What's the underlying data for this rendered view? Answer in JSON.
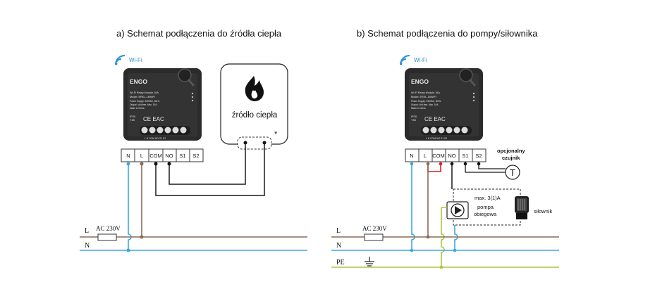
{
  "diagram_a": {
    "title": "a) Schemat podłączenia do źródła ciepła",
    "wifi_label": "Wi-Fi",
    "module": {
      "brand": "ENGO",
      "name_line": "Wi-Fi Relay Module 16A",
      "model_line": "Model: EREL-16WIFI",
      "power_line": "Power Supply: 230VAC, 50Hz",
      "output_line": "Output: Volt-free, Max. 16A",
      "made_line": "Made in China",
      "ip_line": "IP20",
      "temp_line": "T45",
      "cert_marks": "CE EAC",
      "pin_labels": "L   N  COM  NO   S1   S2"
    },
    "terminals": [
      "N",
      "L",
      "COM",
      "NO",
      "S1",
      "S2"
    ],
    "heat_source_label": "źródło ciepła",
    "asterisk": "*",
    "supply": {
      "l": "L",
      "n": "N",
      "voltage": "AC 230V"
    }
  },
  "diagram_b": {
    "title": "b) Schemat podłączenia do pompy/siłownika",
    "wifi_label": "Wi-Fi",
    "module": {
      "brand": "ENGO",
      "name_line": "Wi-Fi Relay Module 16A",
      "model_line": "Model: EREL-16WIFI",
      "power_line": "Power Supply: 230VAC, 50Hz",
      "output_line": "Output: Volt-free, Max. 16A",
      "made_line": "Made in China",
      "ip_line": "IP20",
      "temp_line": "T45",
      "cert_marks": "CE EAC",
      "pin_labels": "L   N  COM  NO   S1   S2"
    },
    "terminals": [
      "N",
      "L",
      "COM",
      "NO",
      "S1",
      "S2"
    ],
    "sensor_label_1": "opcjonalny",
    "sensor_label_2": "czujnik",
    "sensor_symbol": "T",
    "max_current": "max. 3(1)A",
    "pump_label_1": "pompa",
    "pump_label_2": "obiegowa",
    "actuator_label": "siłownik",
    "supply": {
      "l": "L",
      "n": "N",
      "pe": "PE",
      "voltage": "AC 230V"
    }
  },
  "colors": {
    "phase": "#8b6a55",
    "neutral": "#3aa9dd",
    "earth": "#a8c83a",
    "wire": "#1a1a1a",
    "bridge": "#e02020",
    "wifi": "#2a8fd0",
    "module_body": "#2b2b2b"
  }
}
